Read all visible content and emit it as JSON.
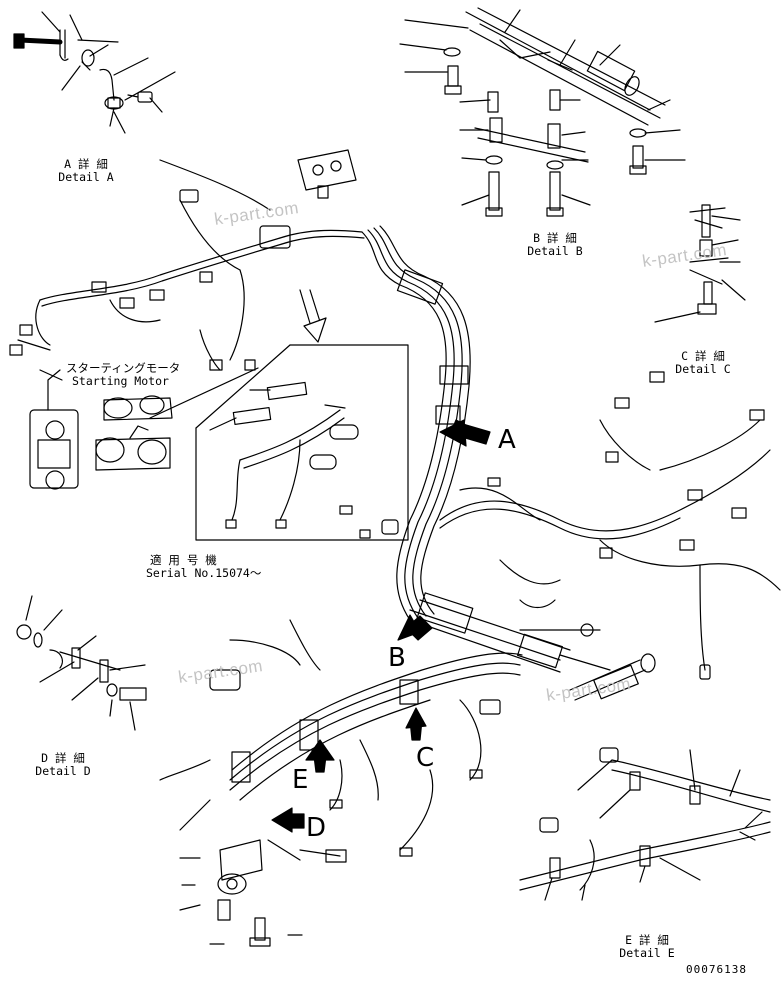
{
  "details": {
    "a": {
      "jp": "A 詳 細",
      "en": "Detail A"
    },
    "b": {
      "jp": "B 詳 細",
      "en": "Detail B"
    },
    "c": {
      "jp": "C 詳 細",
      "en": "Detail C"
    },
    "d": {
      "jp": "D 詳 細",
      "en": "Detail D"
    },
    "e": {
      "jp": "E 詳 細",
      "en": "Detail E"
    }
  },
  "starting_motor": {
    "jp": "スターティングモータ",
    "en": "Starting Motor"
  },
  "serial": {
    "jp": "適 用 号 機",
    "en": "Serial No.15074～"
  },
  "view_letters": {
    "a": "A",
    "b": "B",
    "c": "C",
    "d": "D",
    "e": "E"
  },
  "watermark": "k-part.com",
  "drawing_number": "00076138",
  "colors": {
    "line": "#000000",
    "watermark": "#c4c4c4",
    "background": "#ffffff"
  }
}
